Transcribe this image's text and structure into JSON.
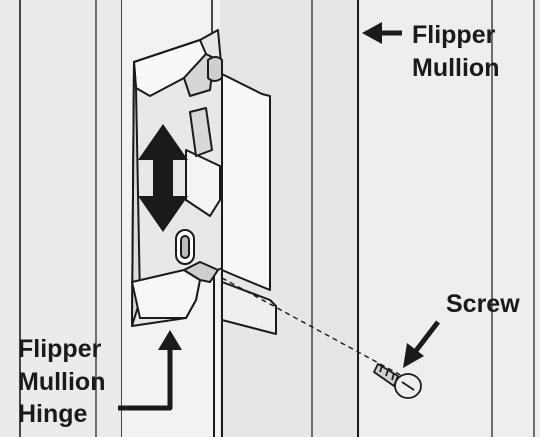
{
  "labels": {
    "flipper_mullion": [
      "Flipper",
      "Mullion"
    ],
    "screw": "Screw",
    "flipper_mullion_hinge": [
      "Flipper",
      "Mullion",
      "Hinge"
    ]
  },
  "colors": {
    "panel_light": "#efefef",
    "panel_mid": "#e4e4e4",
    "panel_dark": "#d6d6d6",
    "shadow": "#c8c8c8",
    "line": "#1a1a1a"
  }
}
